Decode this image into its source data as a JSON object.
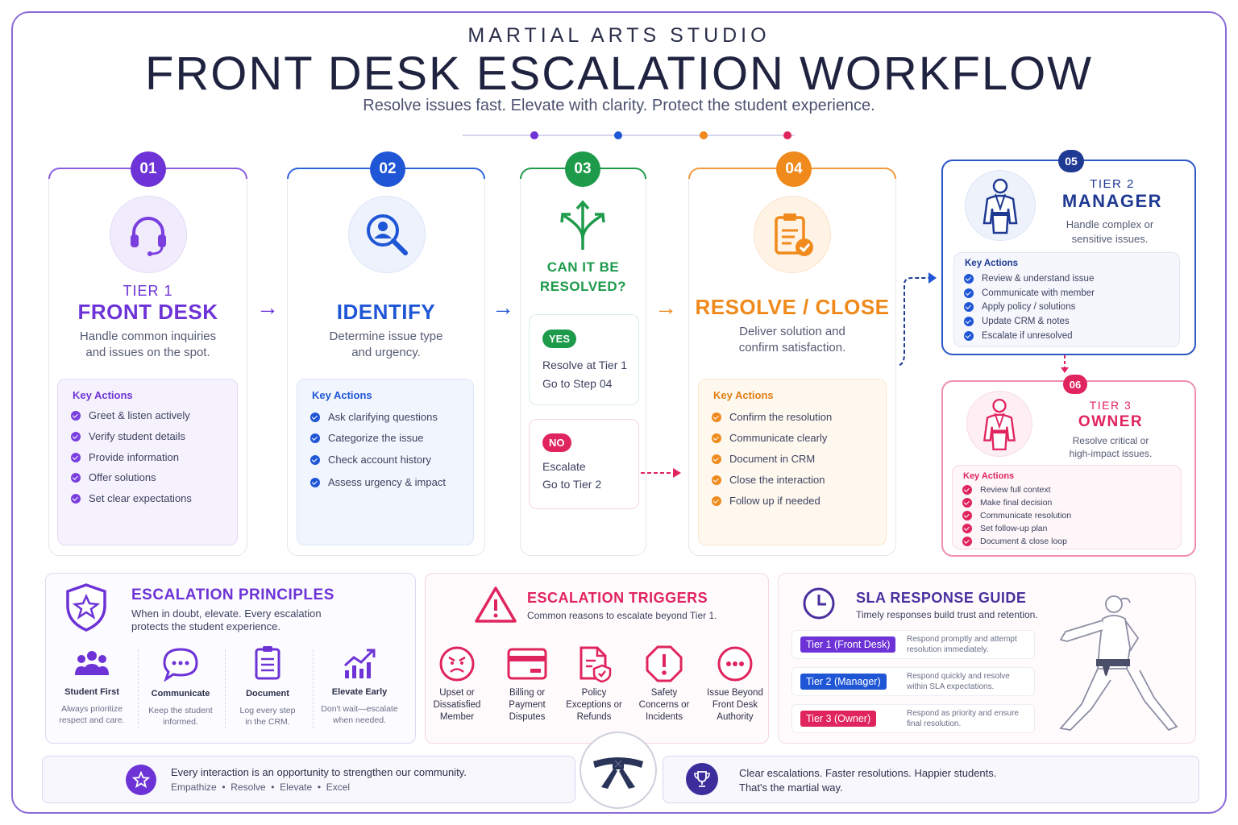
{
  "header": {
    "super": "MARTIAL ARTS STUDIO",
    "title": "FRONT DESK ESCALATION WORKFLOW",
    "subtitle": "Resolve issues fast. Elevate with clarity. Protect the student experience."
  },
  "colors": {
    "purple": "#6d33d6",
    "blue": "#1f56d6",
    "green": "#1e9a4b",
    "orange": "#f08a1c",
    "red": "#e0245e",
    "navy": "#1f3a93"
  },
  "steps": {
    "s1": {
      "badge": "01",
      "icon": "headset-icon",
      "tier": "TIER 1",
      "name": "FRONT DESK",
      "desc1": "Handle common inquiries",
      "desc2": "and issues on the spot.",
      "key_title": "Key Actions",
      "actions": [
        "Greet & listen actively",
        "Verify student details",
        "Provide information",
        "Offer solutions",
        "Set clear expectations"
      ]
    },
    "s2": {
      "badge": "02",
      "icon": "search-user-icon",
      "name": "IDENTIFY",
      "desc1": "Determine issue type",
      "desc2": "and urgency.",
      "key_title": "Key Actions",
      "actions": [
        "Ask clarifying questions",
        "Categorize the issue",
        "Check account history",
        "Assess urgency & impact"
      ]
    },
    "s3": {
      "badge": "03",
      "icon": "split-arrows-icon",
      "q1": "CAN IT BE",
      "q2": "RESOLVED?",
      "yes_label": "YES",
      "yes_line1": "Resolve at Tier 1",
      "yes_line2": "Go to Step 04",
      "no_label": "NO",
      "no_line1": "Escalate",
      "no_line2": "Go to Tier 2"
    },
    "s4": {
      "badge": "04",
      "icon": "clipboard-check-icon",
      "name": "RESOLVE / CLOSE",
      "desc1": "Deliver solution and",
      "desc2": "confirm satisfaction.",
      "key_title": "Key Actions",
      "actions": [
        "Confirm the resolution",
        "Communicate clearly",
        "Document in CRM",
        "Close the interaction",
        "Follow up if needed"
      ]
    },
    "s5": {
      "badge": "05",
      "icon": "karate-person-icon",
      "tier": "TIER 2",
      "name": "MANAGER",
      "desc1": "Handle complex or",
      "desc2": "sensitive issues.",
      "key_title": "Key Actions",
      "actions": [
        "Review & understand issue",
        "Communicate with member",
        "Apply policy / solutions",
        "Update CRM & notes",
        "Escalate if unresolved"
      ]
    },
    "s6": {
      "badge": "06",
      "icon": "karate-person-icon",
      "tier": "TIER 3",
      "name": "OWNER",
      "desc1": "Resolve critical or",
      "desc2": "high-impact issues.",
      "key_title": "Key Actions",
      "actions": [
        "Review full context",
        "Make final decision",
        "Communicate resolution",
        "Set follow-up plan",
        "Document & close loop"
      ]
    }
  },
  "principles": {
    "title": "ESCALATION PRINCIPLES",
    "desc1": "When in doubt, elevate. Every escalation",
    "desc2": "protects the student experience.",
    "items": [
      {
        "icon": "group-icon",
        "title": "Student First",
        "d1": "Always prioritize",
        "d2": "respect and care."
      },
      {
        "icon": "chat-icon",
        "title": "Communicate",
        "d1": "Keep the student",
        "d2": "informed."
      },
      {
        "icon": "document-icon",
        "title": "Document",
        "d1": "Log every step",
        "d2": "in the CRM."
      },
      {
        "icon": "trend-up-icon",
        "title": "Elevate Early",
        "d1": "Don't wait—escalate",
        "d2": "when needed."
      }
    ]
  },
  "triggers": {
    "title": "ESCALATION TRIGGERS",
    "desc": "Common reasons to escalate beyond Tier 1.",
    "items": [
      {
        "icon": "angry-face-icon",
        "l1": "Upset or",
        "l2": "Dissatisfied",
        "l3": "Member"
      },
      {
        "icon": "credit-card-icon",
        "l1": "Billing or",
        "l2": "Payment",
        "l3": "Disputes"
      },
      {
        "icon": "policy-doc-icon",
        "l1": "Policy",
        "l2": "Exceptions or",
        "l3": "Refunds"
      },
      {
        "icon": "alert-octagon-icon",
        "l1": "Safety",
        "l2": "Concerns or",
        "l3": "Incidents"
      },
      {
        "icon": "more-icon",
        "l1": "Issue Beyond",
        "l2": "Front Desk",
        "l3": "Authority"
      }
    ]
  },
  "sla": {
    "title": "SLA RESPONSE GUIDE",
    "desc": "Timely responses build trust and retention.",
    "rows": [
      {
        "label": "Tier 1 (Front Desk)",
        "t1": "Respond promptly and attempt",
        "t2": "resolution immediately."
      },
      {
        "label": "Tier 2 (Manager)",
        "t1": "Respond quickly and resolve",
        "t2": "within SLA expectations."
      },
      {
        "label": "Tier 3 (Owner)",
        "t1": "Respond as priority and ensure",
        "t2": "final resolution."
      }
    ]
  },
  "footer": {
    "left1": "Every interaction is an opportunity to strengthen our community.",
    "left2": "Empathize  •  Resolve  •  Elevate  •  Excel",
    "right1": "Clear escalations. Faster resolutions. Happier students.",
    "right2": "That's the martial way."
  }
}
